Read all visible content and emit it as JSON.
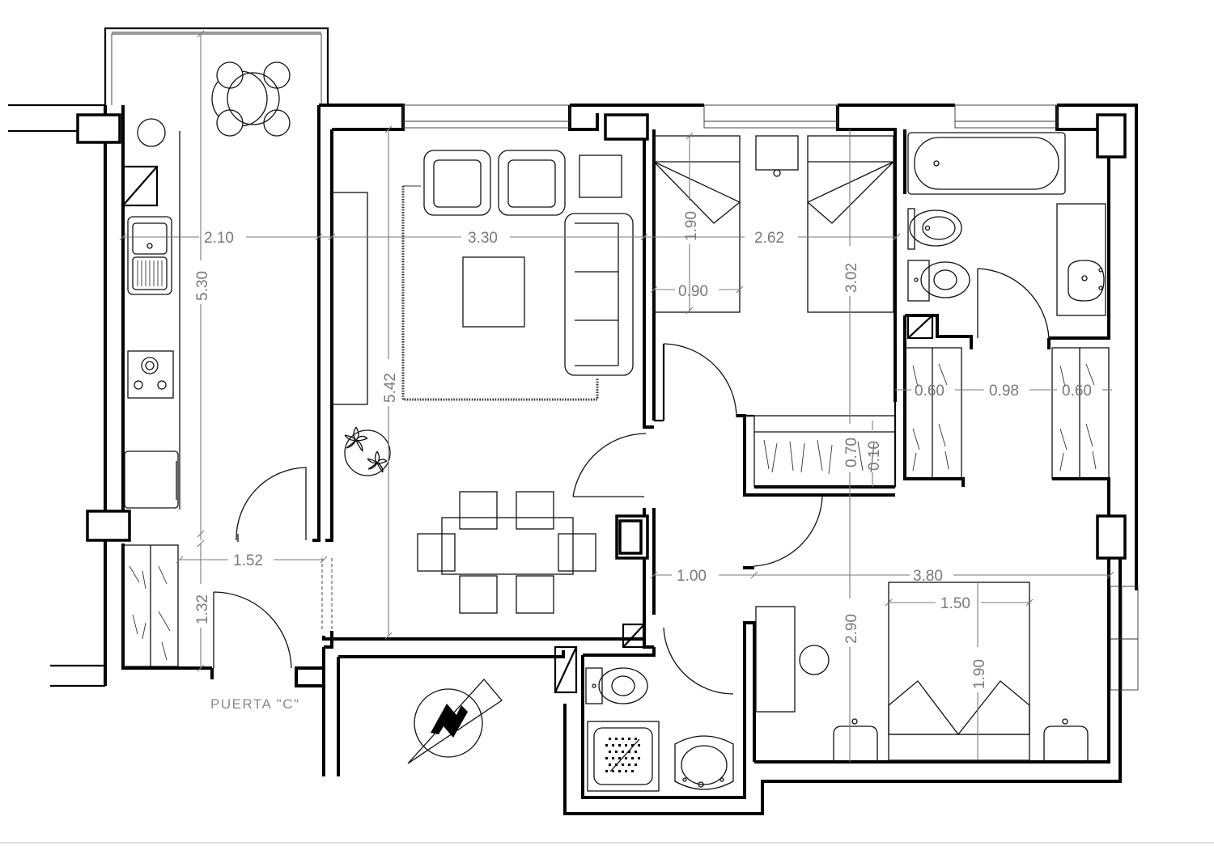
{
  "plan": {
    "door_label": "PUERTA \"C\"",
    "dimensions": {
      "kitchen_width": "2.10",
      "kitchen_length": "5.30",
      "living_width": "3.30",
      "living_length": "5.42",
      "bedroom2_width": "2.62",
      "bedroom2_length": "3.02",
      "single_bed_length": "1.90",
      "single_bed_width": "0.90",
      "closet_depth_bed2": "0.70",
      "closet_small": "0.10",
      "wardrobe_left": "0.60",
      "hall_width": "0.98",
      "wardrobe_right": "0.60",
      "entrance_width": "1.52",
      "entrance_closet": "1.32",
      "corridor_width": "1.00",
      "master_width": "3.80",
      "master_length": "2.90",
      "double_bed_width": "1.50",
      "double_bed_length": "1.90"
    },
    "icons": [
      "north-compass-icon"
    ]
  }
}
